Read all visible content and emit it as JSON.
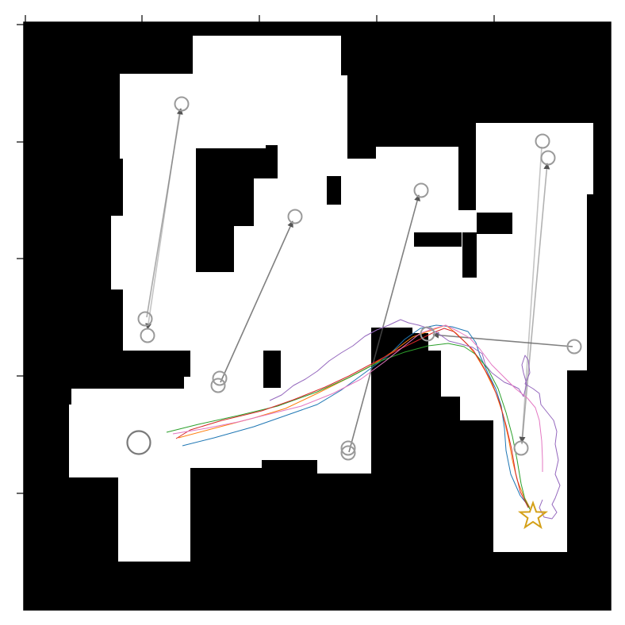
{
  "map": {
    "background_color": "#000000",
    "free_space_color": "#ffffff",
    "frame_color": "#000000"
  },
  "axes": {
    "x_ticks": 5,
    "y_ticks": 5,
    "tick_labels_visible": false
  },
  "legend": [],
  "markers": {
    "start": {
      "shape": "circle",
      "color": "#7a7a7a",
      "label": ""
    },
    "goal": {
      "shape": "star",
      "color": "#d4a017",
      "label": ""
    },
    "waypoint_color": "#9a9a9a",
    "arrow_color": "#555555"
  },
  "trajectories": [
    {
      "color": "#1f77b4"
    },
    {
      "color": "#ff7f0e"
    },
    {
      "color": "#2ca02c"
    },
    {
      "color": "#d62728"
    },
    {
      "color": "#9467bd"
    },
    {
      "color": "#e377c2"
    }
  ]
}
